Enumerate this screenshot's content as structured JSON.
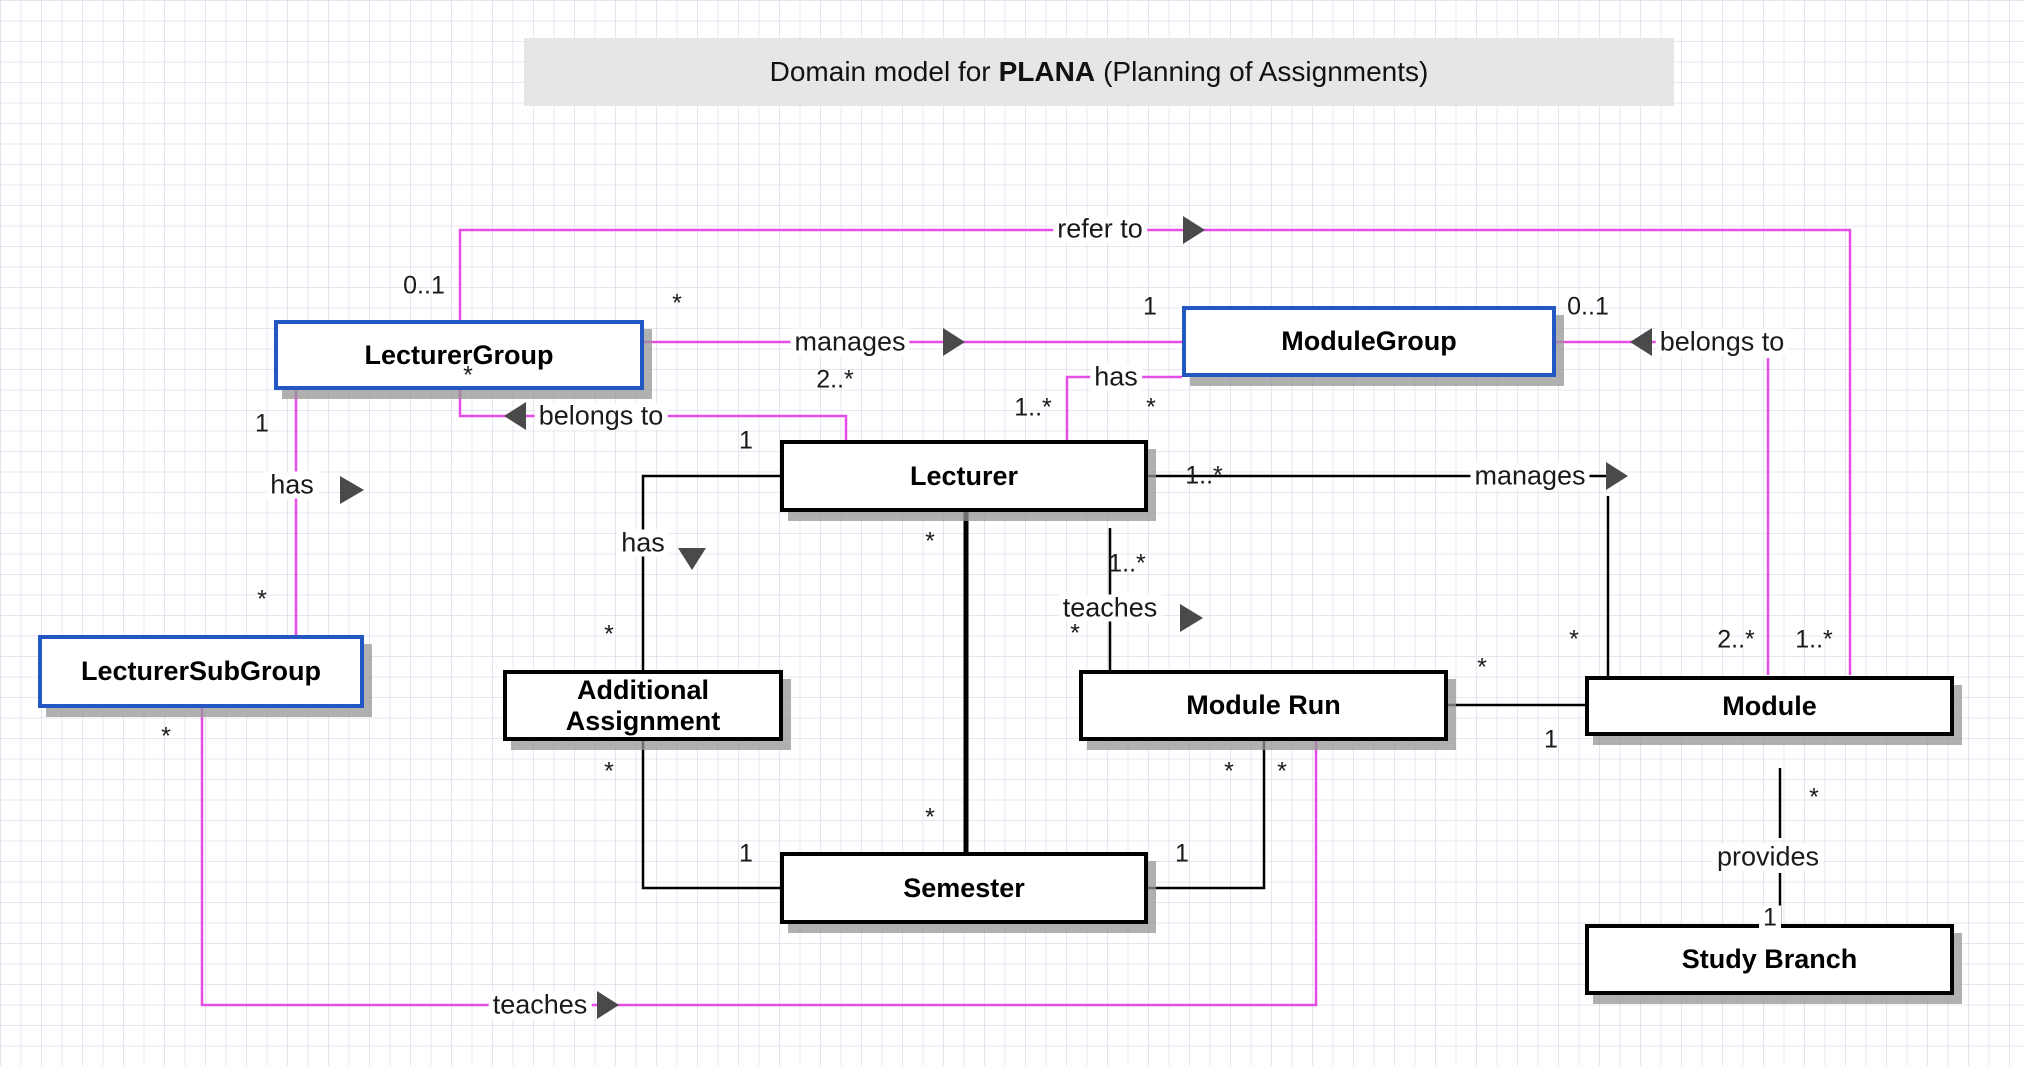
{
  "title": {
    "prefix": "Domain model for",
    "bold": "PLANA",
    "suffix": "(Planning of Assignments)"
  },
  "classes": {
    "lecturer_group": "LecturerGroup",
    "module_group": "ModuleGroup",
    "lecturer": "Lecturer",
    "lecturer_sub_group": "LecturerSubGroup",
    "additional_assignment": "Additional Assignment",
    "module_run": "Module Run",
    "module": "Module",
    "semester": "Semester",
    "study_branch": "Study Branch"
  },
  "associations": {
    "refer_to": "refer to",
    "manages_group": "manages",
    "belongs_to_module_group": "belongs to",
    "has_module_group": "has",
    "belongs_to_lecturer_group": "belongs to",
    "has_subgroup": "has",
    "has_additional": "has",
    "manages_module": "manages",
    "teaches_module_run": "teaches",
    "provides": "provides",
    "teaches_subgroup": "teaches"
  },
  "multiplicities": {
    "refer_to_lg": "0..1",
    "manages_lg": "*",
    "manages_mg": "1",
    "belongs_mg": "0..1",
    "lg_star": "*",
    "lg_has_1": "1",
    "belongs_lg_2": "2..*",
    "belongs_lec_1": "1",
    "has_mg_1n": "1..*",
    "has_mg_star": "*",
    "lec_manages_1n": "1..*",
    "sub_star_top": "*",
    "add_star_top": "*",
    "lec_semester_star": "*",
    "lec_teaches_1n": "1..*",
    "mr_teaches_star": "*",
    "mr_module_star": "*",
    "module_manages_star": "*",
    "module_2n": "2..*",
    "module_1n": "1..*",
    "sub_star_bottom": "*",
    "add_star_bottom": "*",
    "add_sem_1": "1",
    "sem_star": "*",
    "mr_star_a": "*",
    "mr_star_b": "*",
    "sem_mr_1": "1",
    "mr_module_1": "1",
    "module_provides_star": "*",
    "study_branch_1": "1"
  },
  "colors": {
    "magenta": "#e64ce6",
    "black": "#000000",
    "blue": "#2457c2",
    "grid": "#d2d2e4"
  }
}
